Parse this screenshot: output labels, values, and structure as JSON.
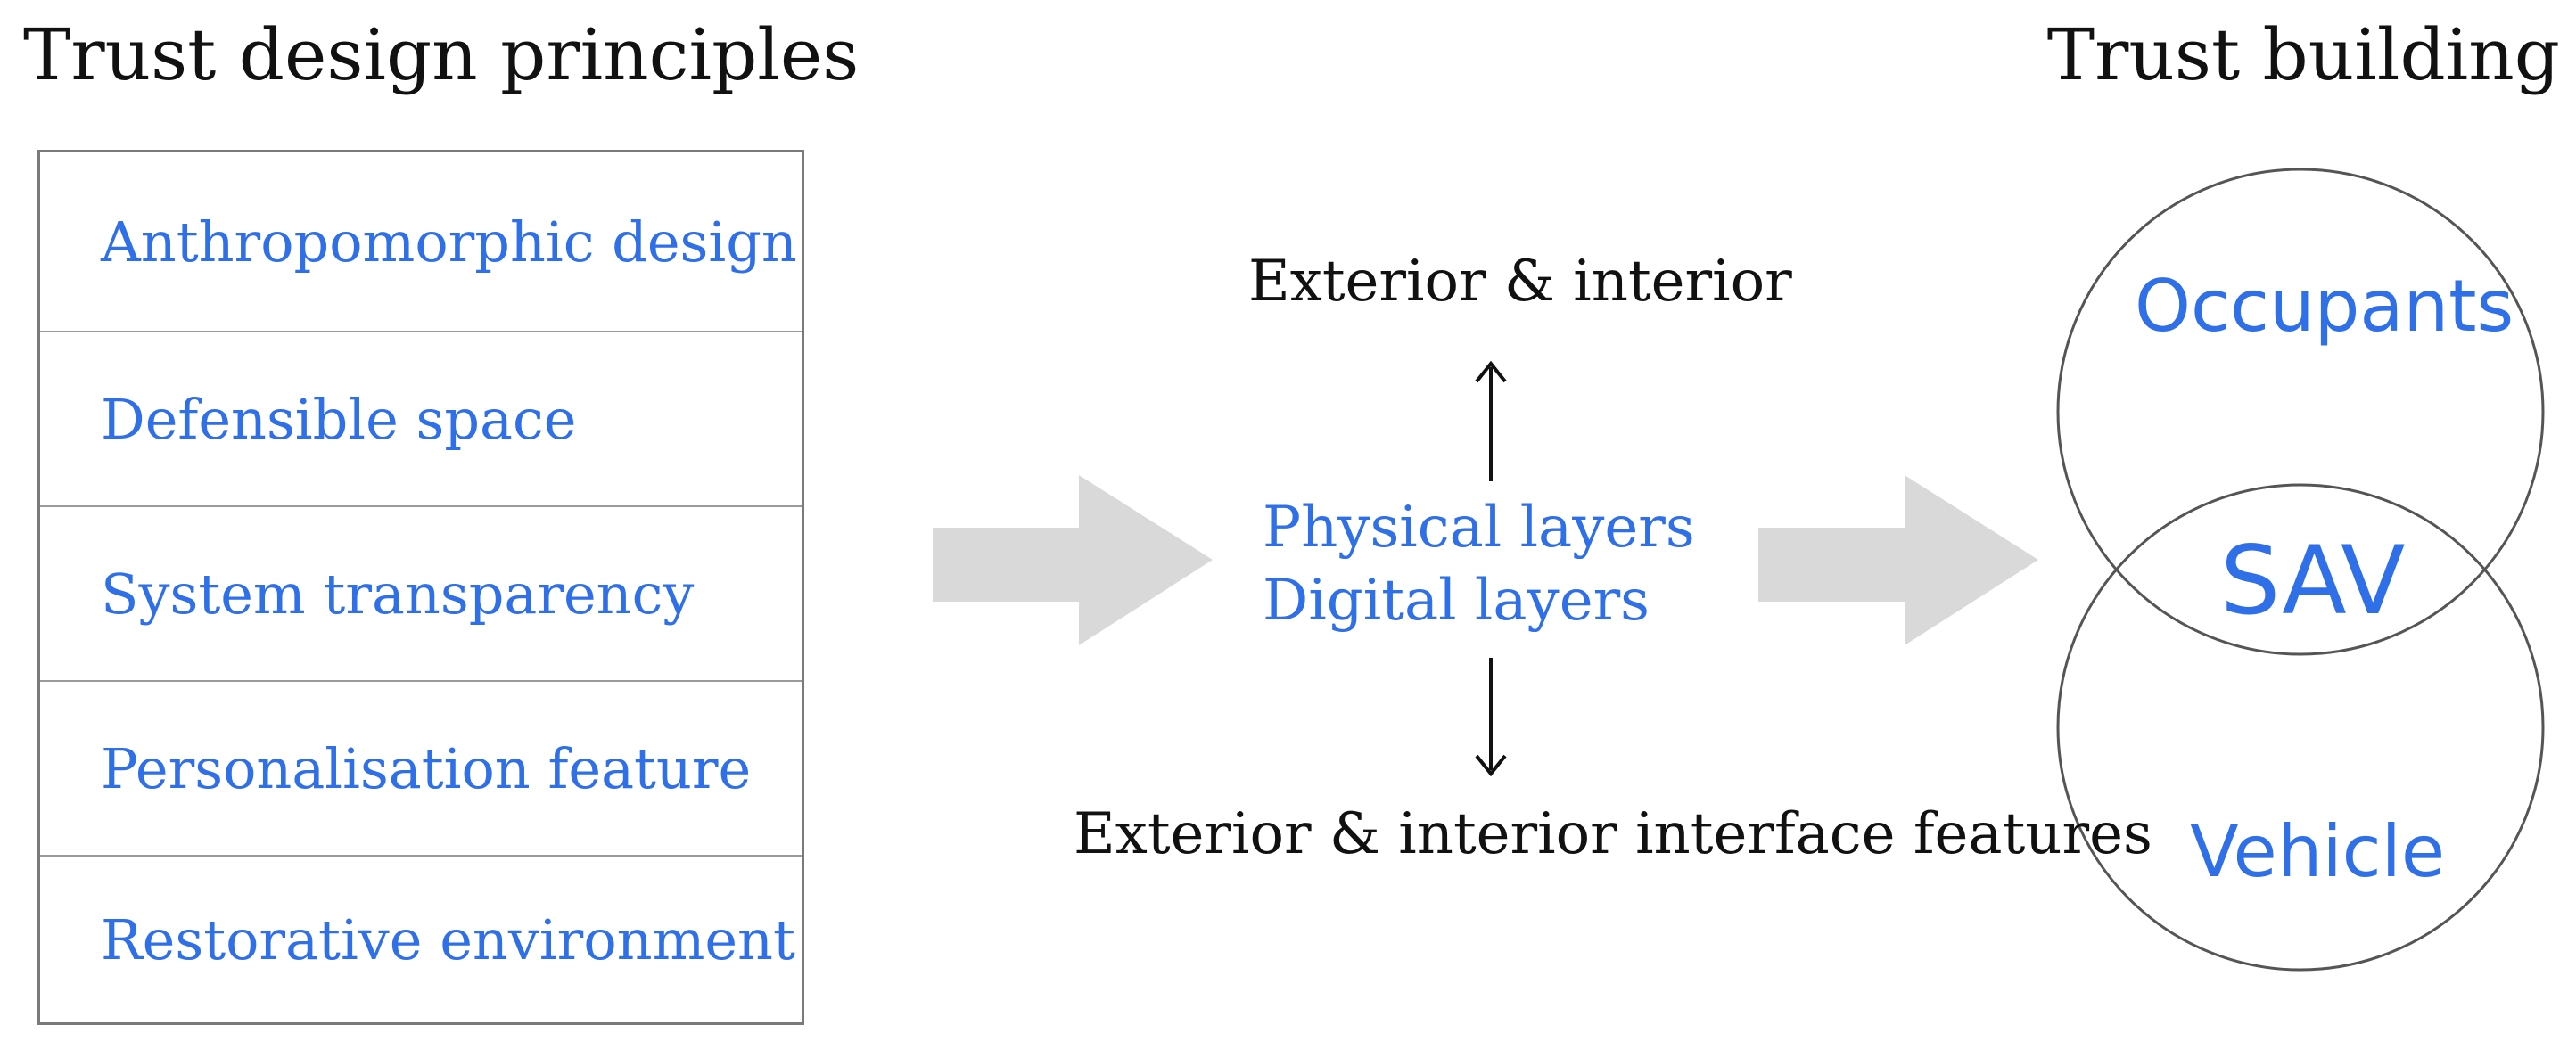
{
  "titles": {
    "left": "Trust design principles",
    "right": "Trust building"
  },
  "principles": [
    "Anthropomorphic design",
    "Defensible space",
    "System transparency",
    "Personalisation feature",
    "Restorative environment"
  ],
  "layers": {
    "top": "Exterior & interior",
    "physical": "Physical layers",
    "digital": "Digital layers",
    "bottom": "Exterior & interior interface features"
  },
  "venn": {
    "top": "Occupants",
    "overlap": "SAV",
    "bottom": "Vehicle"
  },
  "colors": {
    "accent": "#2f6fe8",
    "text": "#111111",
    "arrow_fill": "#d9d9d9",
    "box_border": "#7a7a7a"
  }
}
